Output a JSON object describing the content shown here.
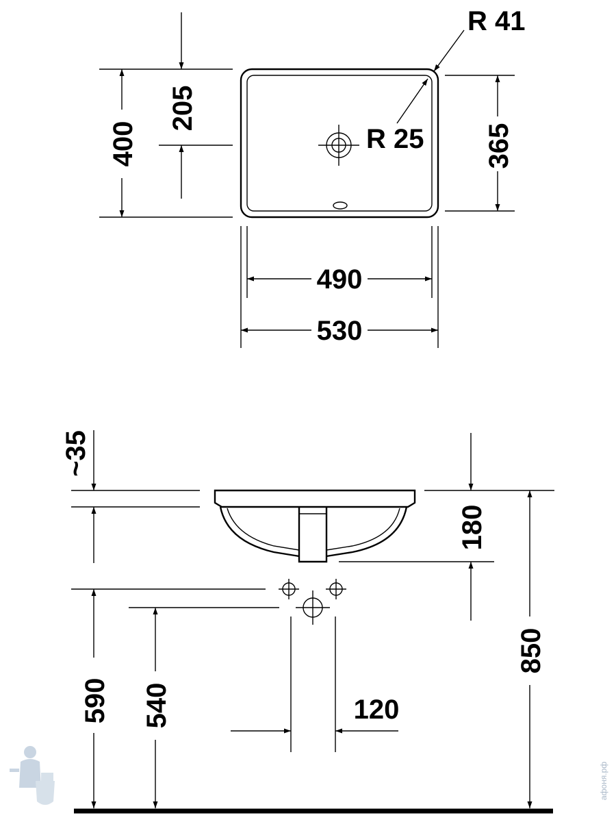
{
  "top_view": {
    "outer_radius": "R 41",
    "inner_radius": "R 25",
    "total_depth": "400",
    "drain_offset": "205",
    "inner_depth": "365",
    "inner_width": "490",
    "outer_width": "530"
  },
  "side_view": {
    "rim_thickness": "~35",
    "bowl_height": "180",
    "mount_height": "850",
    "supply_height": "590",
    "drain_height": "540",
    "drain_spacing": "120"
  },
  "watermark": {
    "text": "афоня.рф"
  }
}
